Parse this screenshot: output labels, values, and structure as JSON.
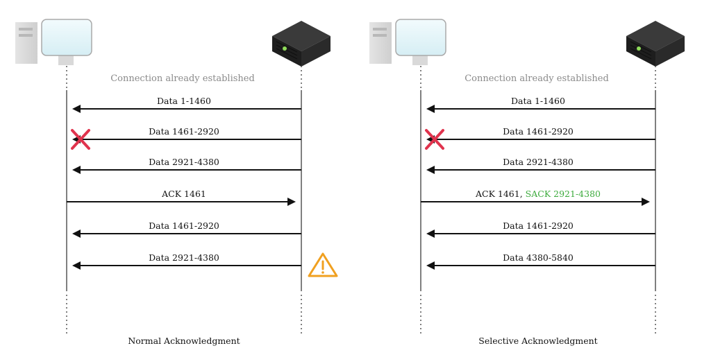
{
  "colors": {
    "arrow": "#111111",
    "lifeline": "#555555",
    "note": "#8a8a8a",
    "lost": "#e0334d",
    "warning": "#f0a020",
    "sack_highlight": "#3dab3d"
  },
  "panels": [
    {
      "id": "normal",
      "connection_note": "Connection already established",
      "caption": "Normal Acknowledgment",
      "messages": [
        {
          "label": "Data 1-1460",
          "direction": "to-client",
          "lost": false
        },
        {
          "label": "Data 1461-2920",
          "direction": "to-client",
          "lost": true
        },
        {
          "label": "Data 2921-4380",
          "direction": "to-client",
          "lost": false
        },
        {
          "label": "ACK 1461",
          "direction": "to-server",
          "lost": false
        },
        {
          "label": "Data 1461-2920",
          "direction": "to-client",
          "lost": false
        },
        {
          "label": "Data 2921-4380",
          "direction": "to-client",
          "lost": false,
          "warning": true
        }
      ]
    },
    {
      "id": "selective",
      "connection_note": "Connection already established",
      "caption": "Selective Acknowledgment",
      "messages": [
        {
          "label": "Data 1-1460",
          "direction": "to-client",
          "lost": false
        },
        {
          "label": "Data 1461-2920",
          "direction": "to-client",
          "lost": true
        },
        {
          "label": "Data 2921-4380",
          "direction": "to-client",
          "lost": false
        },
        {
          "label": "ACK 1461, ",
          "label_highlight": "SACK 2921-4380",
          "direction": "to-server",
          "lost": false
        },
        {
          "label": "Data 1461-2920",
          "direction": "to-client",
          "lost": false
        },
        {
          "label": "Data 4380-5840",
          "direction": "to-client",
          "lost": false
        }
      ]
    }
  ]
}
